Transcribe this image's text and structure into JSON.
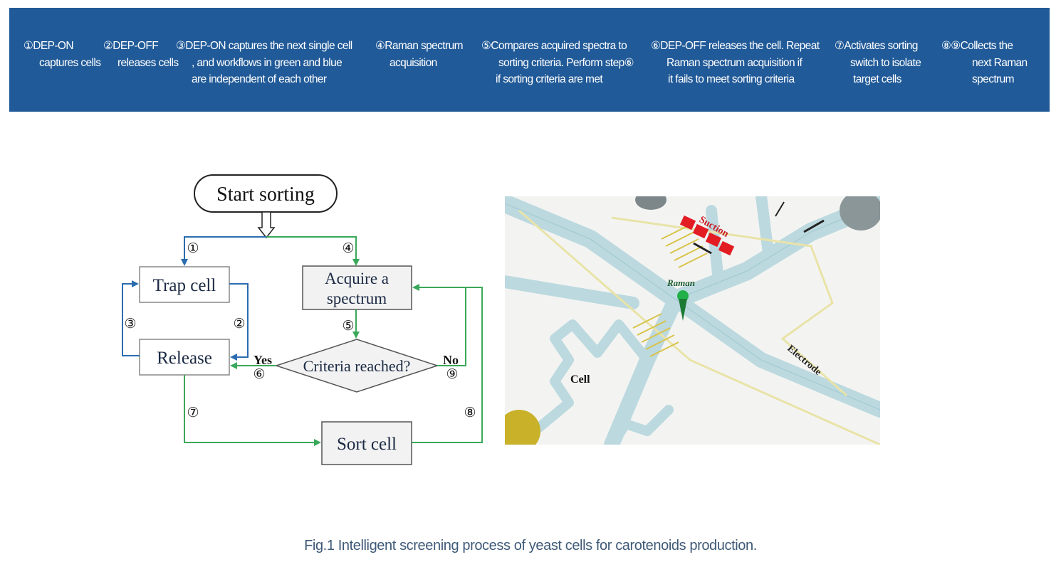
{
  "banner": {
    "steps": [
      {
        "num": "①",
        "lines": [
          "DEP-ON",
          "captures cells"
        ]
      },
      {
        "num": "②",
        "lines": [
          "DEP-OFF",
          "releases cells"
        ]
      },
      {
        "num": "③",
        "lines": [
          "DEP-ON captures the next single cell",
          ", and workflows in green and blue",
          "are independent of each other"
        ]
      },
      {
        "num": "④",
        "lines": [
          "Raman spectrum",
          "acquisition"
        ]
      },
      {
        "num": "⑤",
        "lines": [
          "Compares acquired spectra to",
          "sorting criteria. Perform step⑥",
          "if sorting criteria are met"
        ]
      },
      {
        "num": "⑥",
        "lines": [
          "DEP-OFF releases the cell. Repeat",
          "Raman spectrum acquisition if",
          "it fails to meet sorting criteria"
        ]
      },
      {
        "num": "⑦",
        "lines": [
          "Activates sorting",
          "switch to isolate",
          "target cells"
        ]
      },
      {
        "num": "⑧⑨",
        "lines": [
          "Collects the",
          "next Raman",
          "spectrum"
        ]
      }
    ]
  },
  "flowchart": {
    "start": "Start sorting",
    "trap": "Trap cell",
    "release": "Release",
    "acquire_line1": "Acquire a",
    "acquire_line2": "spectrum",
    "criteria": "Criteria reached?",
    "sort": "Sort cell",
    "yes": "Yes",
    "no": "No",
    "n1": "①",
    "n2": "②",
    "n3": "③",
    "n4": "④",
    "n5": "⑤",
    "n6": "⑥",
    "n7": "⑦",
    "n8": "⑧",
    "n9": "⑨",
    "colors": {
      "blue": "#2b6cb0",
      "green": "#3aa85a",
      "box_stroke": "#666666",
      "text": "#1b2a44"
    }
  },
  "device": {
    "suction": "Suction",
    "raman": "Raman",
    "cell": "Cell",
    "electrode": "Electrode"
  },
  "caption": "Fig.1 Intelligent screening process of yeast cells for carotenoids production."
}
